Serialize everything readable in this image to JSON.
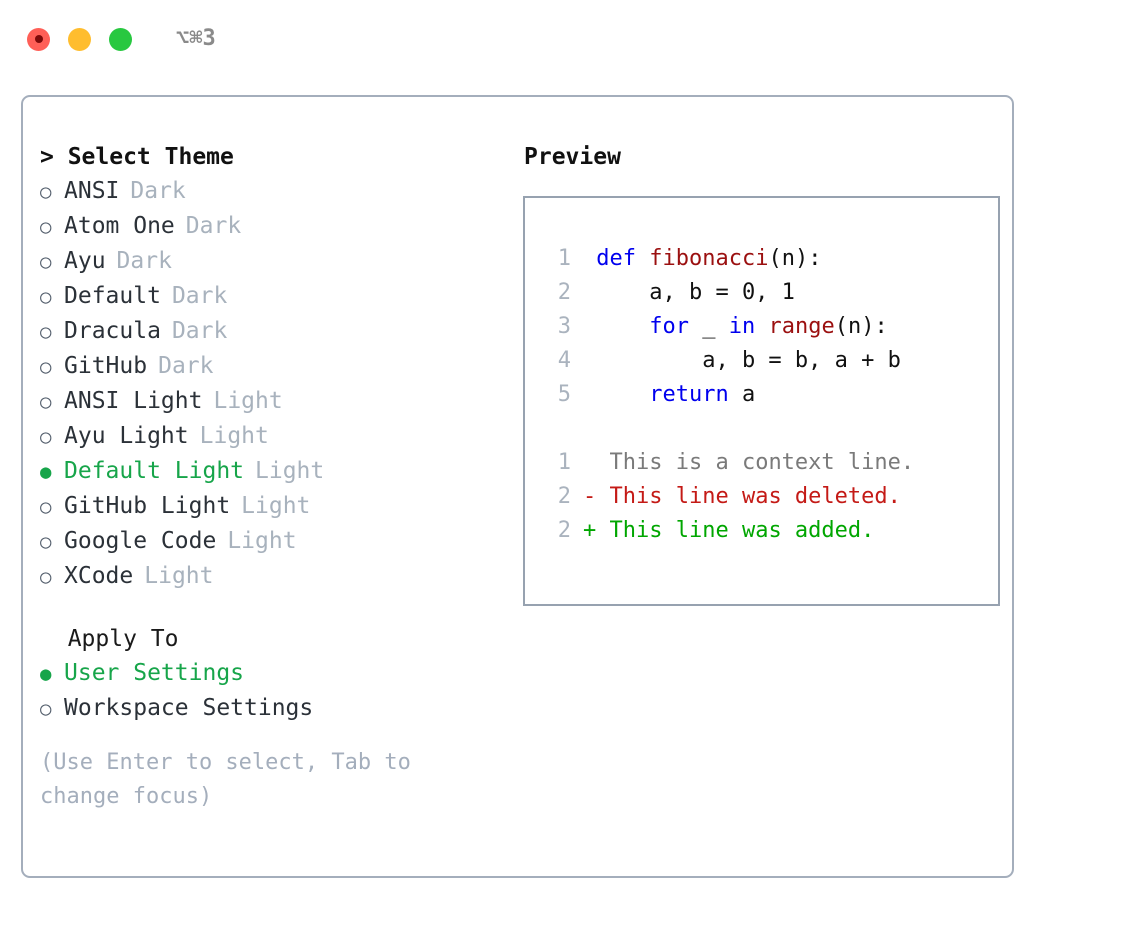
{
  "titlebar": {
    "shortcut": "⌥⌘3",
    "lights": [
      {
        "name": "close",
        "color": "#ff5f57"
      },
      {
        "name": "minimize",
        "color": "#ffbd2e"
      },
      {
        "name": "zoom",
        "color": "#28c840"
      }
    ]
  },
  "theme_section": {
    "heading": "> Select Theme",
    "options": [
      {
        "bullet": "○",
        "label": "ANSI",
        "variant": "Dark",
        "selected": false
      },
      {
        "bullet": "○",
        "label": "Atom One",
        "variant": "Dark",
        "selected": false
      },
      {
        "bullet": "○",
        "label": "Ayu",
        "variant": "Dark",
        "selected": false
      },
      {
        "bullet": "○",
        "label": "Default",
        "variant": "Dark",
        "selected": false
      },
      {
        "bullet": "○",
        "label": "Dracula",
        "variant": "Dark",
        "selected": false
      },
      {
        "bullet": "○",
        "label": "GitHub",
        "variant": "Dark",
        "selected": false
      },
      {
        "bullet": "○",
        "label": "ANSI Light",
        "variant": "Light",
        "selected": false
      },
      {
        "bullet": "○",
        "label": "Ayu Light",
        "variant": "Light",
        "selected": false
      },
      {
        "bullet": "●",
        "label": "Default Light",
        "variant": "Light",
        "selected": true
      },
      {
        "bullet": "○",
        "label": "GitHub Light",
        "variant": "Light",
        "selected": false
      },
      {
        "bullet": "○",
        "label": "Google Code",
        "variant": "Light",
        "selected": false
      },
      {
        "bullet": "○",
        "label": "XCode",
        "variant": "Light",
        "selected": false
      }
    ]
  },
  "apply_section": {
    "heading": "  Apply To",
    "options": [
      {
        "bullet": "●",
        "label": "User Settings",
        "selected": true
      },
      {
        "bullet": "○",
        "label": "Workspace Settings",
        "selected": false
      }
    ]
  },
  "hint": "(Use Enter to select, Tab to change focus)",
  "preview": {
    "title": "Preview",
    "code_lines": [
      {
        "num": "1",
        "tokens": [
          {
            "t": " ",
            "c": "plain"
          },
          {
            "t": "def",
            "c": "kw"
          },
          {
            "t": " ",
            "c": "plain"
          },
          {
            "t": "fibonacci",
            "c": "fn"
          },
          {
            "t": "(n):",
            "c": "plain"
          }
        ]
      },
      {
        "num": "2",
        "tokens": [
          {
            "t": "     a, b = 0, 1",
            "c": "plain"
          }
        ]
      },
      {
        "num": "3",
        "tokens": [
          {
            "t": "     ",
            "c": "plain"
          },
          {
            "t": "for",
            "c": "kw"
          },
          {
            "t": " _ ",
            "c": "plain"
          },
          {
            "t": "in",
            "c": "kw"
          },
          {
            "t": " ",
            "c": "plain"
          },
          {
            "t": "range",
            "c": "fn"
          },
          {
            "t": "(n):",
            "c": "plain"
          }
        ]
      },
      {
        "num": "4",
        "tokens": [
          {
            "t": "         a, b = b, a + b",
            "c": "plain"
          }
        ]
      },
      {
        "num": "5",
        "tokens": [
          {
            "t": "     ",
            "c": "plain"
          },
          {
            "t": "return",
            "c": "kw"
          },
          {
            "t": " a",
            "c": "plain"
          }
        ]
      }
    ],
    "diff_lines": [
      {
        "num": "1",
        "marker": "  ",
        "text": "This is a context line.",
        "kind": "ctx"
      },
      {
        "num": "2",
        "marker": "- ",
        "text": "This line was deleted.",
        "kind": "del"
      },
      {
        "num": "2",
        "marker": "+ ",
        "text": "This line was added.",
        "kind": "add"
      }
    ]
  },
  "colors": {
    "accent_green": "#17a54a",
    "muted": "#a8b2bd",
    "border": "#a4aebc",
    "keyword_blue": "#0000ee",
    "function_red": "#9b1010",
    "diff_add": "#00a600",
    "diff_del": "#c41a16"
  }
}
